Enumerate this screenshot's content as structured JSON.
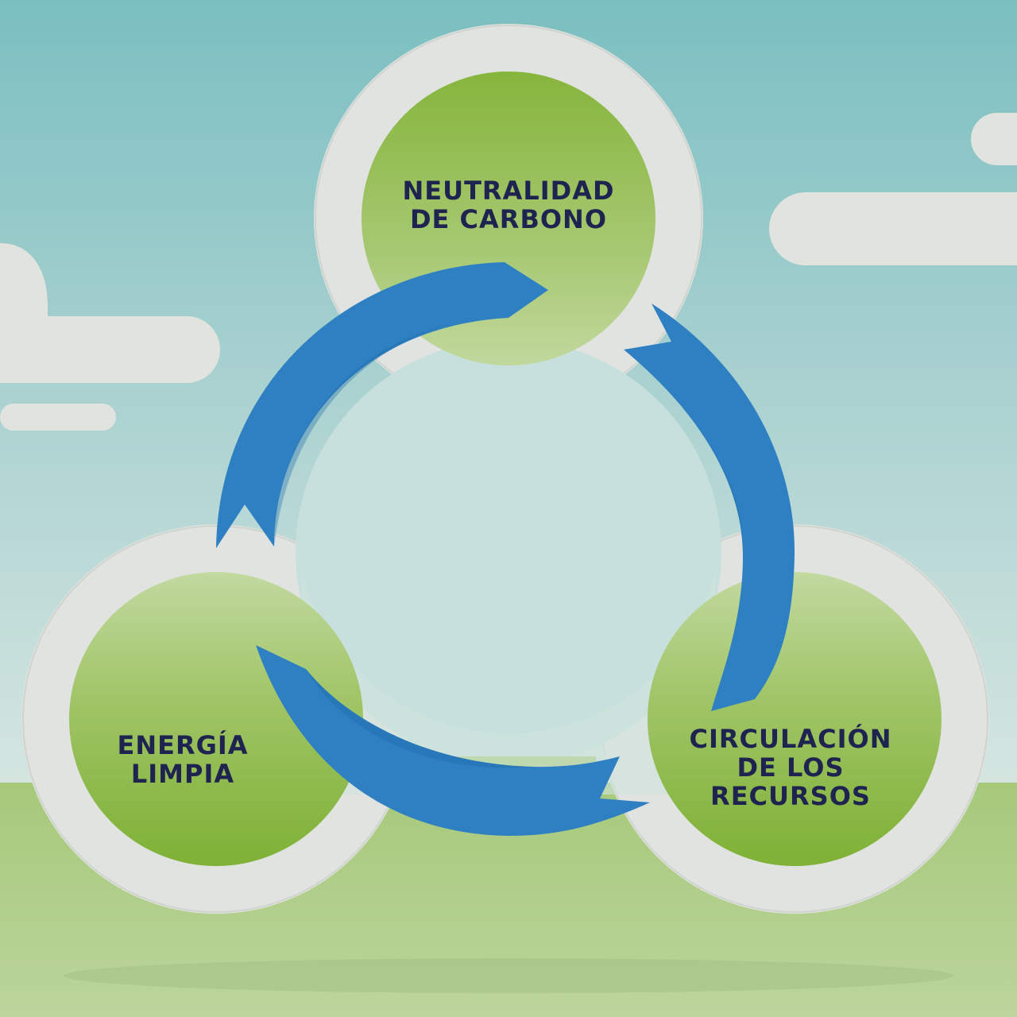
{
  "diagram": {
    "nodes": [
      {
        "id": "neutralidad",
        "lines": [
          "NEUTRALIDAD",
          "DE CARBONO"
        ]
      },
      {
        "id": "energia",
        "lines": [
          "ENERGÍA",
          "LIMPIA"
        ]
      },
      {
        "id": "circulacion",
        "lines": [
          "CIRCULACIÓN",
          "DE LOS",
          "RECURSOS"
        ]
      }
    ],
    "cycle": [
      "neutralidad",
      "circulacion",
      "energia"
    ]
  },
  "colors": {
    "sky_top": "#7bbfc1",
    "sky_bottom": "#d3e5e2",
    "ground": "#a9cb80",
    "ring": "#e1e3e0",
    "node_fill": "#8fba44",
    "arrow": "#2e7fc1",
    "label_text": "#1f2350"
  }
}
